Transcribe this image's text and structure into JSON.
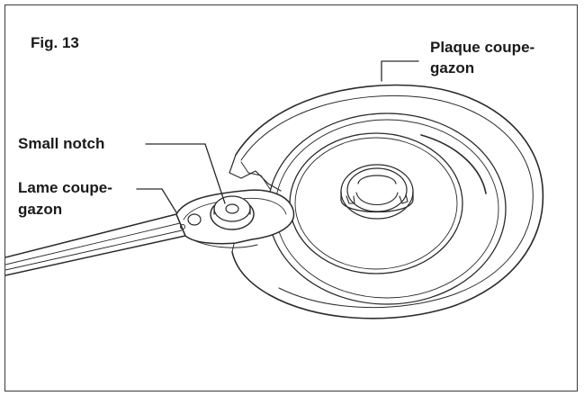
{
  "figure": {
    "title": "Fig. 13",
    "labels": {
      "plaque_line1": "Plaque coupe-",
      "plaque_line2": "gazon",
      "notch": "Small notch",
      "lame_line1": "Lame coupe-",
      "lame_line2": "gazon"
    }
  }
}
